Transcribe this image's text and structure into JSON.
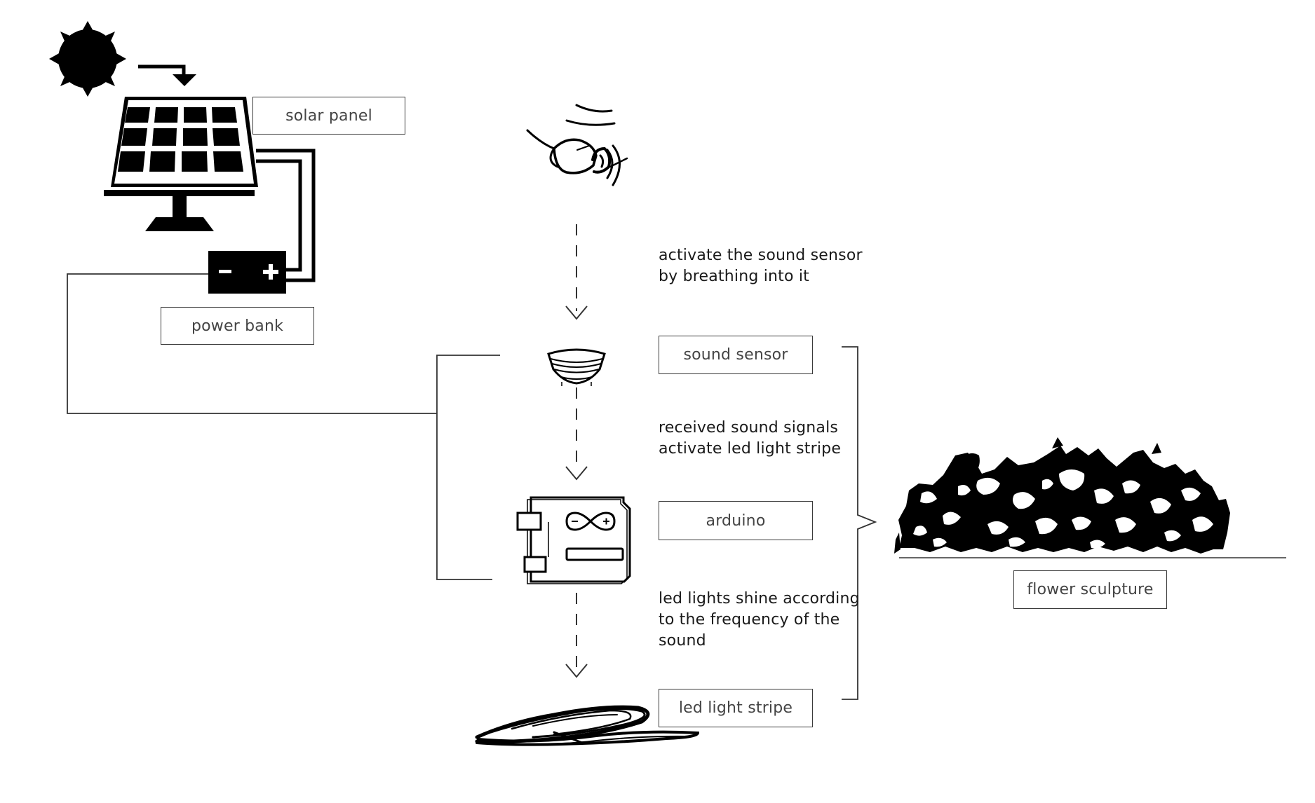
{
  "labels": {
    "solar_panel": "solar panel",
    "power_bank": "power bank",
    "sound_sensor": "sound sensor",
    "arduino": "arduino",
    "led_light_stripe": "led light stripe",
    "flower_sculpture": "flower sculpture"
  },
  "notes": {
    "step1": [
      "activate  the sound sensor",
      "by breathing into it"
    ],
    "step2": [
      "received sound signals",
      "activate led light stripe"
    ],
    "step3": [
      "led lights shine according",
      "to the frequency of the",
      "sound"
    ]
  },
  "icons": [
    "sun-icon",
    "solar-panel-icon",
    "battery-icon",
    "breathing-person-icon",
    "sound-sensor-icon",
    "arduino-board-icon",
    "led-strip-icon",
    "flower-sculpture-icon"
  ],
  "colors": {
    "ink": "#000000",
    "line": "#333333",
    "text": "#1a1a1a",
    "box_border": "#3a3a3a"
  }
}
